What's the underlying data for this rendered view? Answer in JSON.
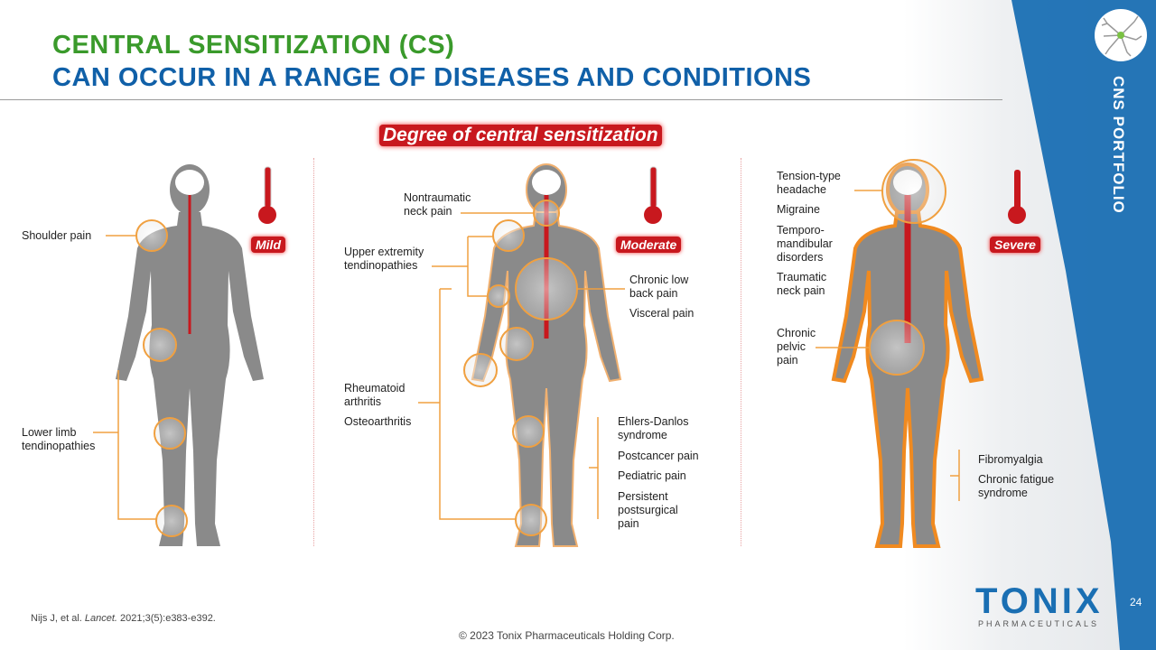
{
  "header": {
    "title_line1": "CENTRAL SENSITIZATION (CS)",
    "title_line2": "CAN OCCUR IN A RANGE OF DISEASES AND CONDITIONS"
  },
  "sidebar": {
    "label": "CNS PORTFOLIO"
  },
  "diagram": {
    "heading": "Degree of central sensitization",
    "mild": {
      "badge": "Mild",
      "labels": [
        "Shoulder pain",
        "Lower limb tendinopathies"
      ]
    },
    "moderate": {
      "badge": "Moderate",
      "labels": [
        "Nontraumatic neck pain",
        "Upper extremity tendinopathies",
        "Chronic low back pain",
        "Visceral pain",
        "Rheumatoid arthritis",
        "Osteoarthritis",
        "Ehlers-Danlos syndrome",
        "Postcancer pain",
        "Pediatric pain",
        "Persistent postsurgical pain"
      ]
    },
    "severe": {
      "badge": "Severe",
      "labels": [
        "Tension-type headache",
        "Migraine",
        "Temporo-mandibular disorders",
        "Traumatic neck pain",
        "Chronic pelvic pain",
        "Fibromyalgia",
        "Chronic fatigue syndrome"
      ]
    }
  },
  "footer": {
    "citation_pre": "Nijs J, et al. ",
    "citation_journal": "Lancet.",
    "citation_post": " 2021;3(5):e383-e392.",
    "copyright": "© 2023 Tonix Pharmaceuticals Holding Corp.",
    "page": "24",
    "brand": "TONIX",
    "brand_sub": "PHARMACEUTICALS"
  },
  "colors": {
    "green": "#3a9a2b",
    "blue": "#1060a8",
    "red": "#c8181e",
    "orange": "#f0a040"
  }
}
